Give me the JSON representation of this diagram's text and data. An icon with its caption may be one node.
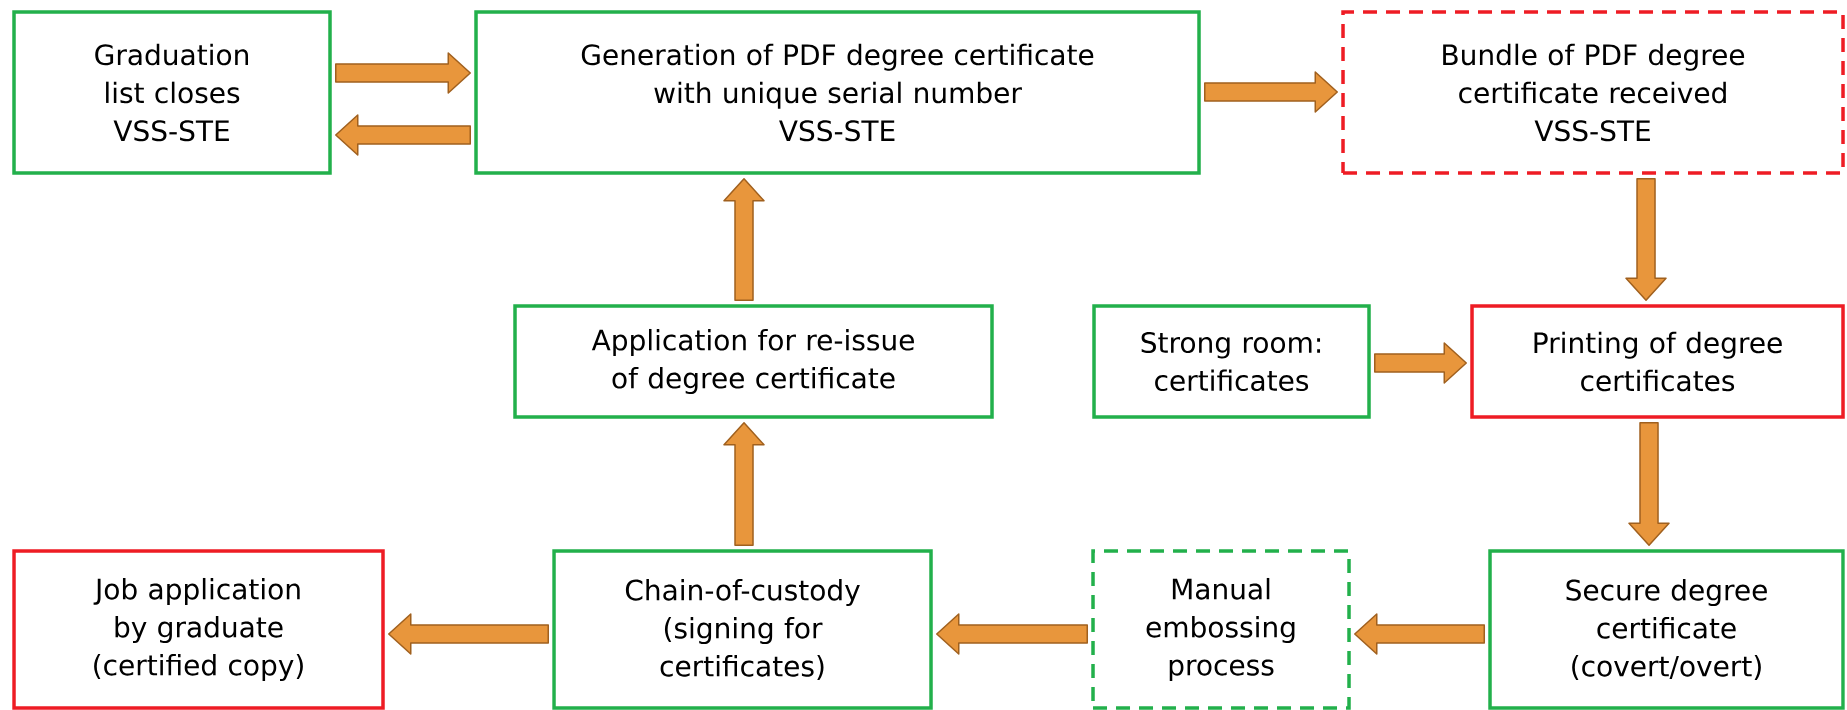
{
  "diagram": {
    "nodes": [
      {
        "text": [
          "Graduation list closes",
          "VSS-STE"
        ]
      },
      {
        "text": [
          "Generation of PDF degree certificate with unique serial number",
          "VSS-STE"
        ]
      },
      {
        "text": [
          "Bundle of PDF degree certificate received",
          "VSS-STE"
        ]
      },
      {
        "text": [
          "Application for re-issue of degree certificate"
        ]
      },
      {
        "text": [
          "Strong room: certificates"
        ]
      },
      {
        "text": [
          "Printing of degree certificates"
        ]
      },
      {
        "text": [
          "Job application by graduate (certified copy)"
        ]
      },
      {
        "text": [
          "Chain-of-custody (signing for certificates)"
        ]
      },
      {
        "text": [
          "Manual embossing process"
        ]
      },
      {
        "text": [
          "Secure degree certificate (covert/overt)"
        ]
      }
    ],
    "edges": [
      {
        "from": 0,
        "to": 1,
        "arrow": "to"
      },
      {
        "from": 1,
        "to": 0,
        "arrow": "to"
      },
      {
        "from": 1,
        "to": 2,
        "arrow": "to"
      },
      {
        "from": 2,
        "to": 5,
        "arrow": "to"
      },
      {
        "from": 4,
        "to": 5,
        "arrow": "to"
      },
      {
        "from": 5,
        "to": 9,
        "arrow": "to"
      },
      {
        "from": 9,
        "to": 8,
        "arrow": "to"
      },
      {
        "from": 8,
        "to": 7,
        "arrow": "to"
      },
      {
        "from": 7,
        "to": 6,
        "arrow": "to"
      },
      {
        "from": 7,
        "to": 3,
        "arrow": "to"
      },
      {
        "from": 3,
        "to": 1,
        "arrow": "to"
      }
    ]
  }
}
